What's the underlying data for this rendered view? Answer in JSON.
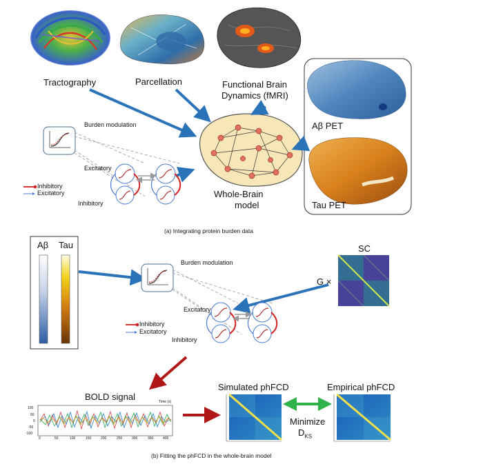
{
  "top": {
    "tractography": "Tractography",
    "parcellation": "Parcellation",
    "fmri_line1": "Functional Brain",
    "fmri_line2": "Dynamics (fMRI)",
    "burden_modulation": "Burden modulation",
    "excitatory": "Excitatory",
    "inhibitory": "Inhibitory",
    "legend_inhibitory": "Inhibitory",
    "legend_excitatory": "Excitatory",
    "whole_brain_line1": "Whole-Brain",
    "whole_brain_line2": "model",
    "abeta_pet": "Aβ PET",
    "tau_pet": "Tau PET",
    "caption": "(a) Integrating protein burden data"
  },
  "bottom": {
    "abeta": "Aβ",
    "tau": "Tau",
    "burden_modulation": "Burden modulation",
    "sc": "SC",
    "g_times": "G ×",
    "excitatory": "Excitatory",
    "inhibitory": "Inhibitory",
    "legend_inhibitory": "Inhibitory",
    "legend_excitatory": "Excitatory",
    "bold_signal": "BOLD signal",
    "simulated": "Simulated phFCD",
    "empirical": "Empirical phFCD",
    "minimize": "Minimize",
    "dks_main": "D",
    "dks_sub": "KS",
    "bold_ticks_y": [
      "100",
      "50",
      "0",
      "-50",
      "-100"
    ],
    "bold_ticks_x": [
      "0",
      "50",
      "100",
      "150",
      "200",
      "250",
      "300",
      "350",
      "400"
    ],
    "time_label": "Time (s)",
    "caption": "(b) Fitting the phFCD in the whole-brain model"
  },
  "colors": {
    "blue_arrow": "#2a73b8",
    "red_arrow": "#b01818",
    "green_arrow": "#2fb24a",
    "inhibitory": "#d42020",
    "excitatory": "#4a7ad0"
  }
}
